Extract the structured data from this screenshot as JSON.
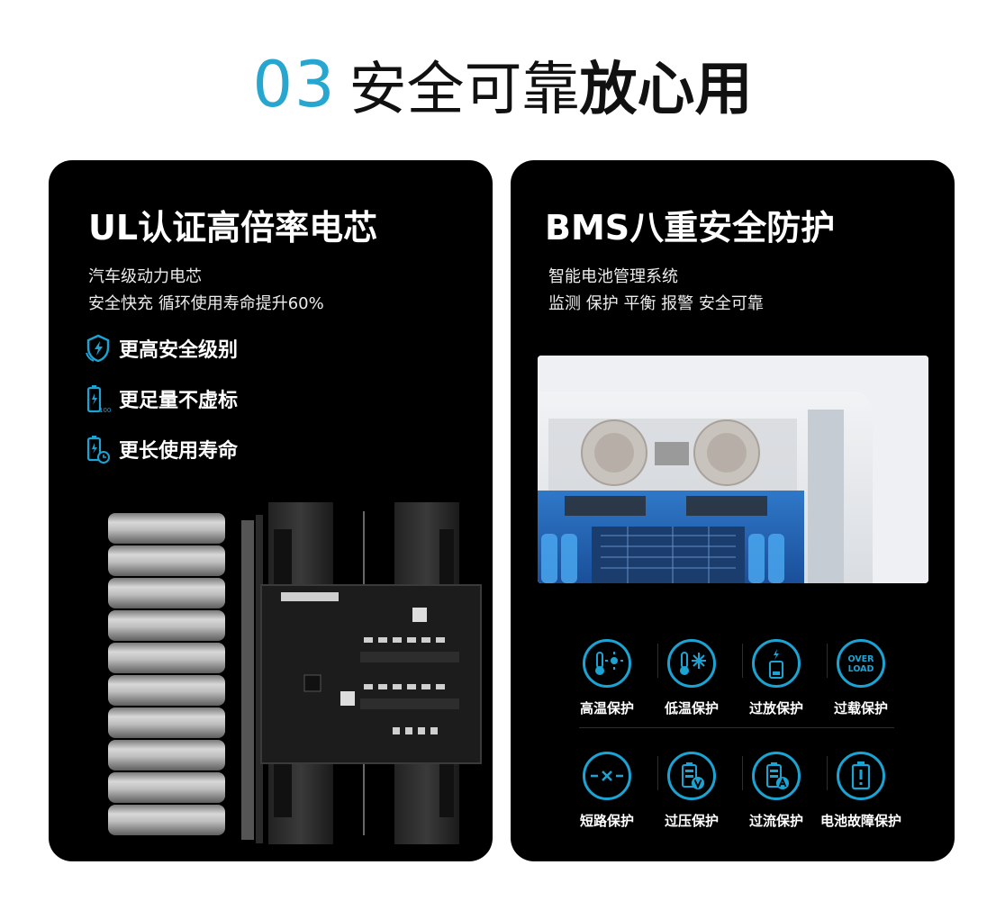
{
  "headline": {
    "number": "03",
    "text_regular": "安全可靠",
    "text_bold": "放心用"
  },
  "left_card": {
    "title": "UL认证高倍率电芯",
    "subtitle_lines": [
      "汽车级动力电芯",
      "安全快充 循环使用寿命提升60%"
    ],
    "features": [
      {
        "icon": "shield-bolt-icon",
        "label": "更高安全级别"
      },
      {
        "icon": "battery-100-icon",
        "label": "更足量不虚标"
      },
      {
        "icon": "battery-clock-icon",
        "label": "更长使用寿命"
      }
    ],
    "battery_badge_text": "100"
  },
  "right_card": {
    "title": "BMS八重安全防护",
    "subtitle_lines": [
      "智能电池管理系统",
      "监测 保护 平衡 报警 安全可靠"
    ],
    "protections": [
      {
        "icon": "thermometer-sun-icon",
        "label": "高温保护"
      },
      {
        "icon": "thermometer-snow-icon",
        "label": "低温保护"
      },
      {
        "icon": "battery-discharge-icon",
        "label": "过放保护"
      },
      {
        "icon": "overload-icon",
        "label": "过载保护",
        "icon_text": "OVER LOAD"
      },
      {
        "icon": "short-circuit-icon",
        "label": "短路保护",
        "icon_text": "-×-"
      },
      {
        "icon": "battery-voltage-icon",
        "label": "过压保护"
      },
      {
        "icon": "battery-current-icon",
        "label": "过流保护"
      },
      {
        "icon": "battery-fault-icon",
        "label": "电池故障保护"
      }
    ]
  },
  "colors": {
    "accent": "#27a6cf",
    "icon_blue": "#1ba4d3",
    "card_bg": "#000000"
  }
}
